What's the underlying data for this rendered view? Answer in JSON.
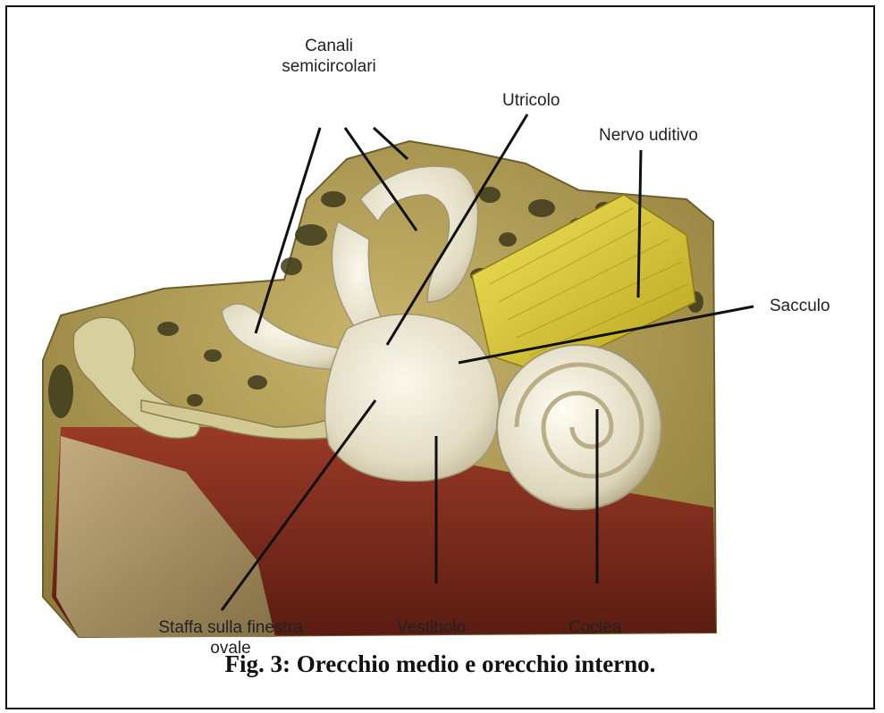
{
  "figure": {
    "caption": "Fig. 3: Orecchio medio e orecchio interno."
  },
  "labels": {
    "canali_line1": "Canali",
    "canali_line2": "semicircolari",
    "utricolo": "Utricolo",
    "nervo_uditivo": "Nervo uditivo",
    "sacculo": "Sacculo",
    "staffa_line1": "Staffa sulla finestra",
    "staffa_line2": "ovale",
    "vestibolo": "Vestibolo",
    "coclea": "Coclea"
  },
  "colors": {
    "bone": "#b7a35c",
    "bone_dark": "#8f7d3c",
    "cavity": "#3f3a1c",
    "membrane": "#e8e3cf",
    "nerve": "#d9c934",
    "floor": "#7a2a1c",
    "leader_line": "#111111"
  }
}
